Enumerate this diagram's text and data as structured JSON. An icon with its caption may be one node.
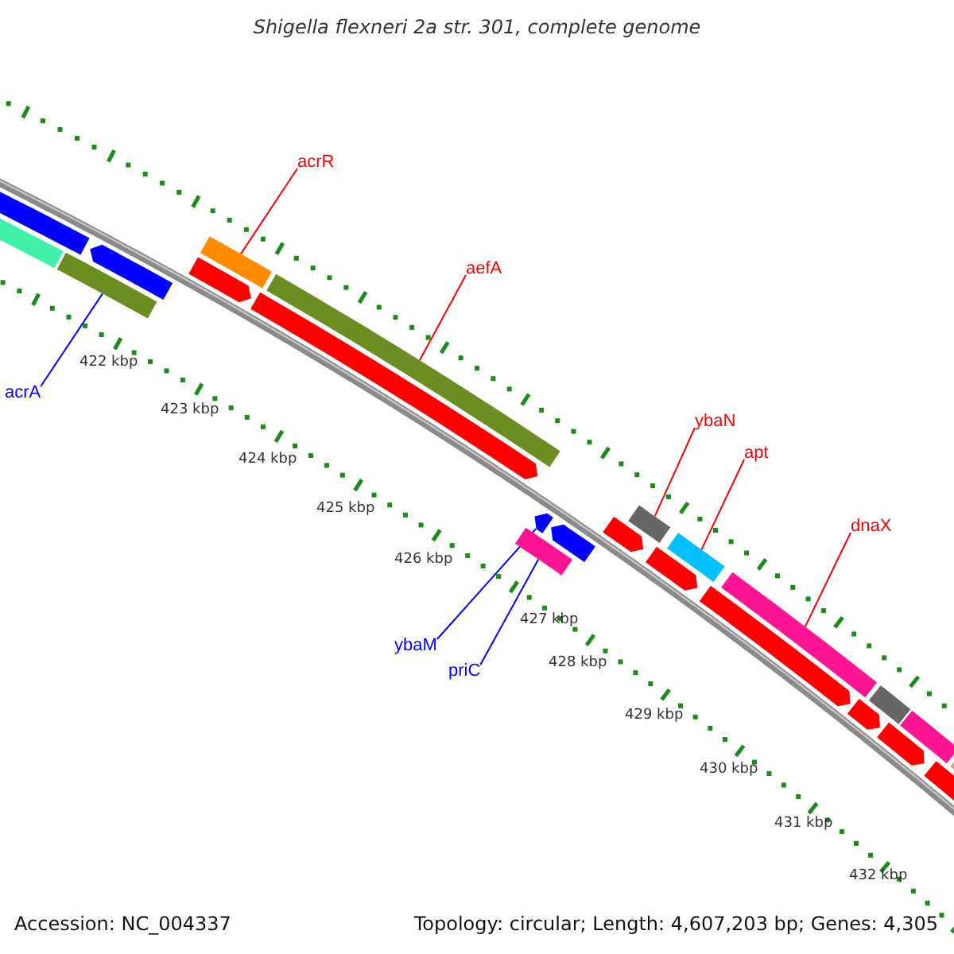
{
  "diagram": {
    "title": "Shigella flexneri 2a str. 301, complete genome",
    "nodes": [
      {
        "text": [
          "acrR"
        ]
      },
      {
        "text": [
          "aefA"
        ]
      },
      {
        "text": [
          "ybaN"
        ]
      },
      {
        "text": [
          "apt"
        ]
      },
      {
        "text": [
          "dnaX"
        ]
      },
      {
        "text": [
          "acrA"
        ]
      },
      {
        "text": [
          "ybaM"
        ]
      },
      {
        "text": [
          "priC"
        ]
      },
      {
        "text": [],
        "shape": "bar"
      },
      {
        "text": [],
        "shape": "bar"
      },
      {
        "text": [],
        "shape": "bar"
      },
      {
        "text": [],
        "shape": "bar"
      },
      {
        "text": [],
        "shape": "bar"
      },
      {
        "text": [],
        "shape": "bar"
      },
      {
        "text": [],
        "shape": "bar"
      },
      {
        "text": [],
        "shape": "bar"
      },
      {
        "text": [],
        "shape": "bar"
      },
      {
        "text": [],
        "shape": "bar"
      },
      {
        "text": [],
        "shape": "bar"
      },
      {
        "text": [],
        "shape": "bar"
      },
      {
        "text": [],
        "shape": "bar"
      },
      {
        "text": [],
        "shape": "bar"
      },
      {
        "text": [],
        "shape": "bar"
      },
      {
        "text": [],
        "shape": "bar"
      },
      {
        "text": [],
        "shape": "bar"
      },
      {
        "text": [],
        "shape": "bar"
      },
      {
        "text": [],
        "shape": "bar"
      },
      {
        "text": [],
        "shape": "bar"
      },
      {
        "text": [],
        "shape": "bar"
      },
      {
        "text": [],
        "shape": "bar"
      },
      {
        "text": [],
        "shape": "bar"
      }
    ],
    "edges": [
      {
        "from": 0,
        "to": 13,
        "arrow": "none"
      },
      {
        "from": 1,
        "to": 15,
        "arrow": "none"
      },
      {
        "from": 2,
        "to": 20,
        "arrow": "none"
      },
      {
        "from": 3,
        "to": 22,
        "arrow": "none"
      },
      {
        "from": 4,
        "to": 24,
        "arrow": "none"
      },
      {
        "from": 5,
        "to": 10,
        "arrow": "none",
        "color": "#0000ff"
      },
      {
        "from": 6,
        "to": 17,
        "arrow": "none",
        "color": "#0000ff"
      },
      {
        "from": 7,
        "to": 16,
        "arrow": "none",
        "color": "#0000ff"
      }
    ],
    "labels": [
      "422 kbp",
      "423 kbp",
      "424 kbp",
      "425 kbp",
      "426 kbp",
      "427 kbp",
      "428 kbp",
      "429 kbp",
      "430 kbp",
      "431 kbp",
      "432 kbp",
      "Accession: NC_004337",
      "Topology: circular; Length: 4,607,203 bp; Genes: 4,305"
    ]
  }
}
